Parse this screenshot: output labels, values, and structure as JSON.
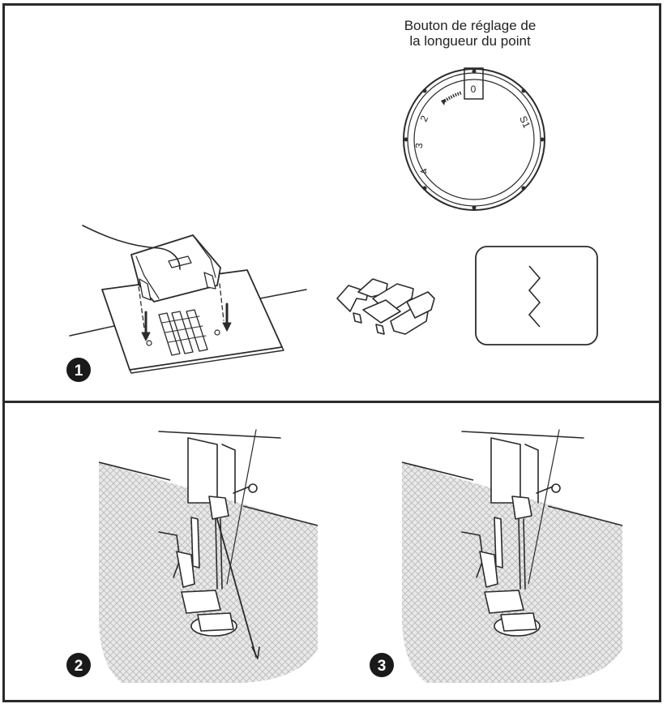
{
  "dial": {
    "caption_line1": "Bouton de réglage de",
    "caption_line2": "la longueur du point",
    "marks": [
      "0",
      "2",
      "3",
      "4",
      "S1"
    ],
    "selected": "0"
  },
  "steps": [
    "1",
    "2",
    "3"
  ],
  "colors": {
    "line": "#2b2b2b",
    "fabric_fill": "#e6e6e6",
    "fabric_hatch": "#b5b5b5",
    "step_badge": "#1a1a1a"
  }
}
